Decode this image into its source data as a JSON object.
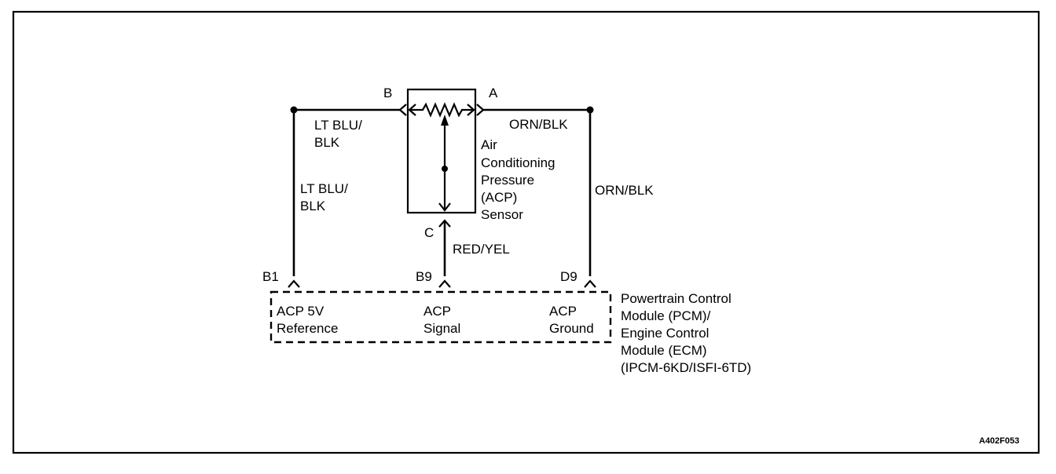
{
  "sensor": {
    "name_lines": [
      "Air",
      "Conditioning",
      "Pressure",
      "(ACP)",
      "Sensor"
    ],
    "pins": {
      "b": "B",
      "a": "A",
      "c": "C"
    }
  },
  "wires": {
    "lt_blu_blk_top": [
      "LT BLU/",
      "BLK"
    ],
    "lt_blu_blk_side": [
      "LT BLU/",
      "BLK"
    ],
    "orn_blk_top": "ORN/BLK",
    "orn_blk_side": "ORN/BLK",
    "red_yel": "RED/YEL"
  },
  "module": {
    "connectors": {
      "b1": "B1",
      "b9": "B9",
      "d9": "D9"
    },
    "ref_lines": [
      "ACP 5V",
      "Reference"
    ],
    "signal_lines": [
      "ACP",
      "Signal"
    ],
    "ground_lines": [
      "ACP",
      "Ground"
    ],
    "name_lines": [
      "Powertrain Control",
      "Module (PCM)/",
      "Engine Control",
      "Module (ECM)",
      "(IPCM-6KD/ISFI-6TD)"
    ]
  },
  "figure_id": "A402F053"
}
